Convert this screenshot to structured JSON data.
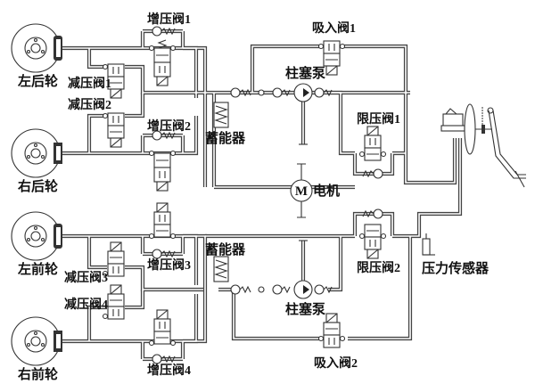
{
  "diagram": {
    "title": "ABS hydraulic brake system",
    "wheels": {
      "rear_left": "左后轮",
      "rear_right": "右后轮",
      "front_left": "左前轮",
      "front_right": "右前轮"
    },
    "valves": {
      "inlet_1": "增压阀1",
      "inlet_2": "增压阀2",
      "inlet_3": "增压阀3",
      "inlet_4": "增压阀4",
      "outlet_1": "减压阀1",
      "outlet_2": "减压阀2",
      "outlet_3": "减压阀3",
      "outlet_4": "减压阀4",
      "suction_1": "吸入阀1",
      "suction_2": "吸入阀2",
      "limit_1": "限压阀1",
      "limit_2": "限压阀2"
    },
    "components": {
      "accumulator_top": "蓄能器",
      "accumulator_bottom": "蓄能器",
      "pump_top": "柱塞泵",
      "pump_bottom": "柱塞泵",
      "motor_symbol": "M",
      "motor": "电机",
      "pressure_sensor": "压力传感器"
    }
  }
}
